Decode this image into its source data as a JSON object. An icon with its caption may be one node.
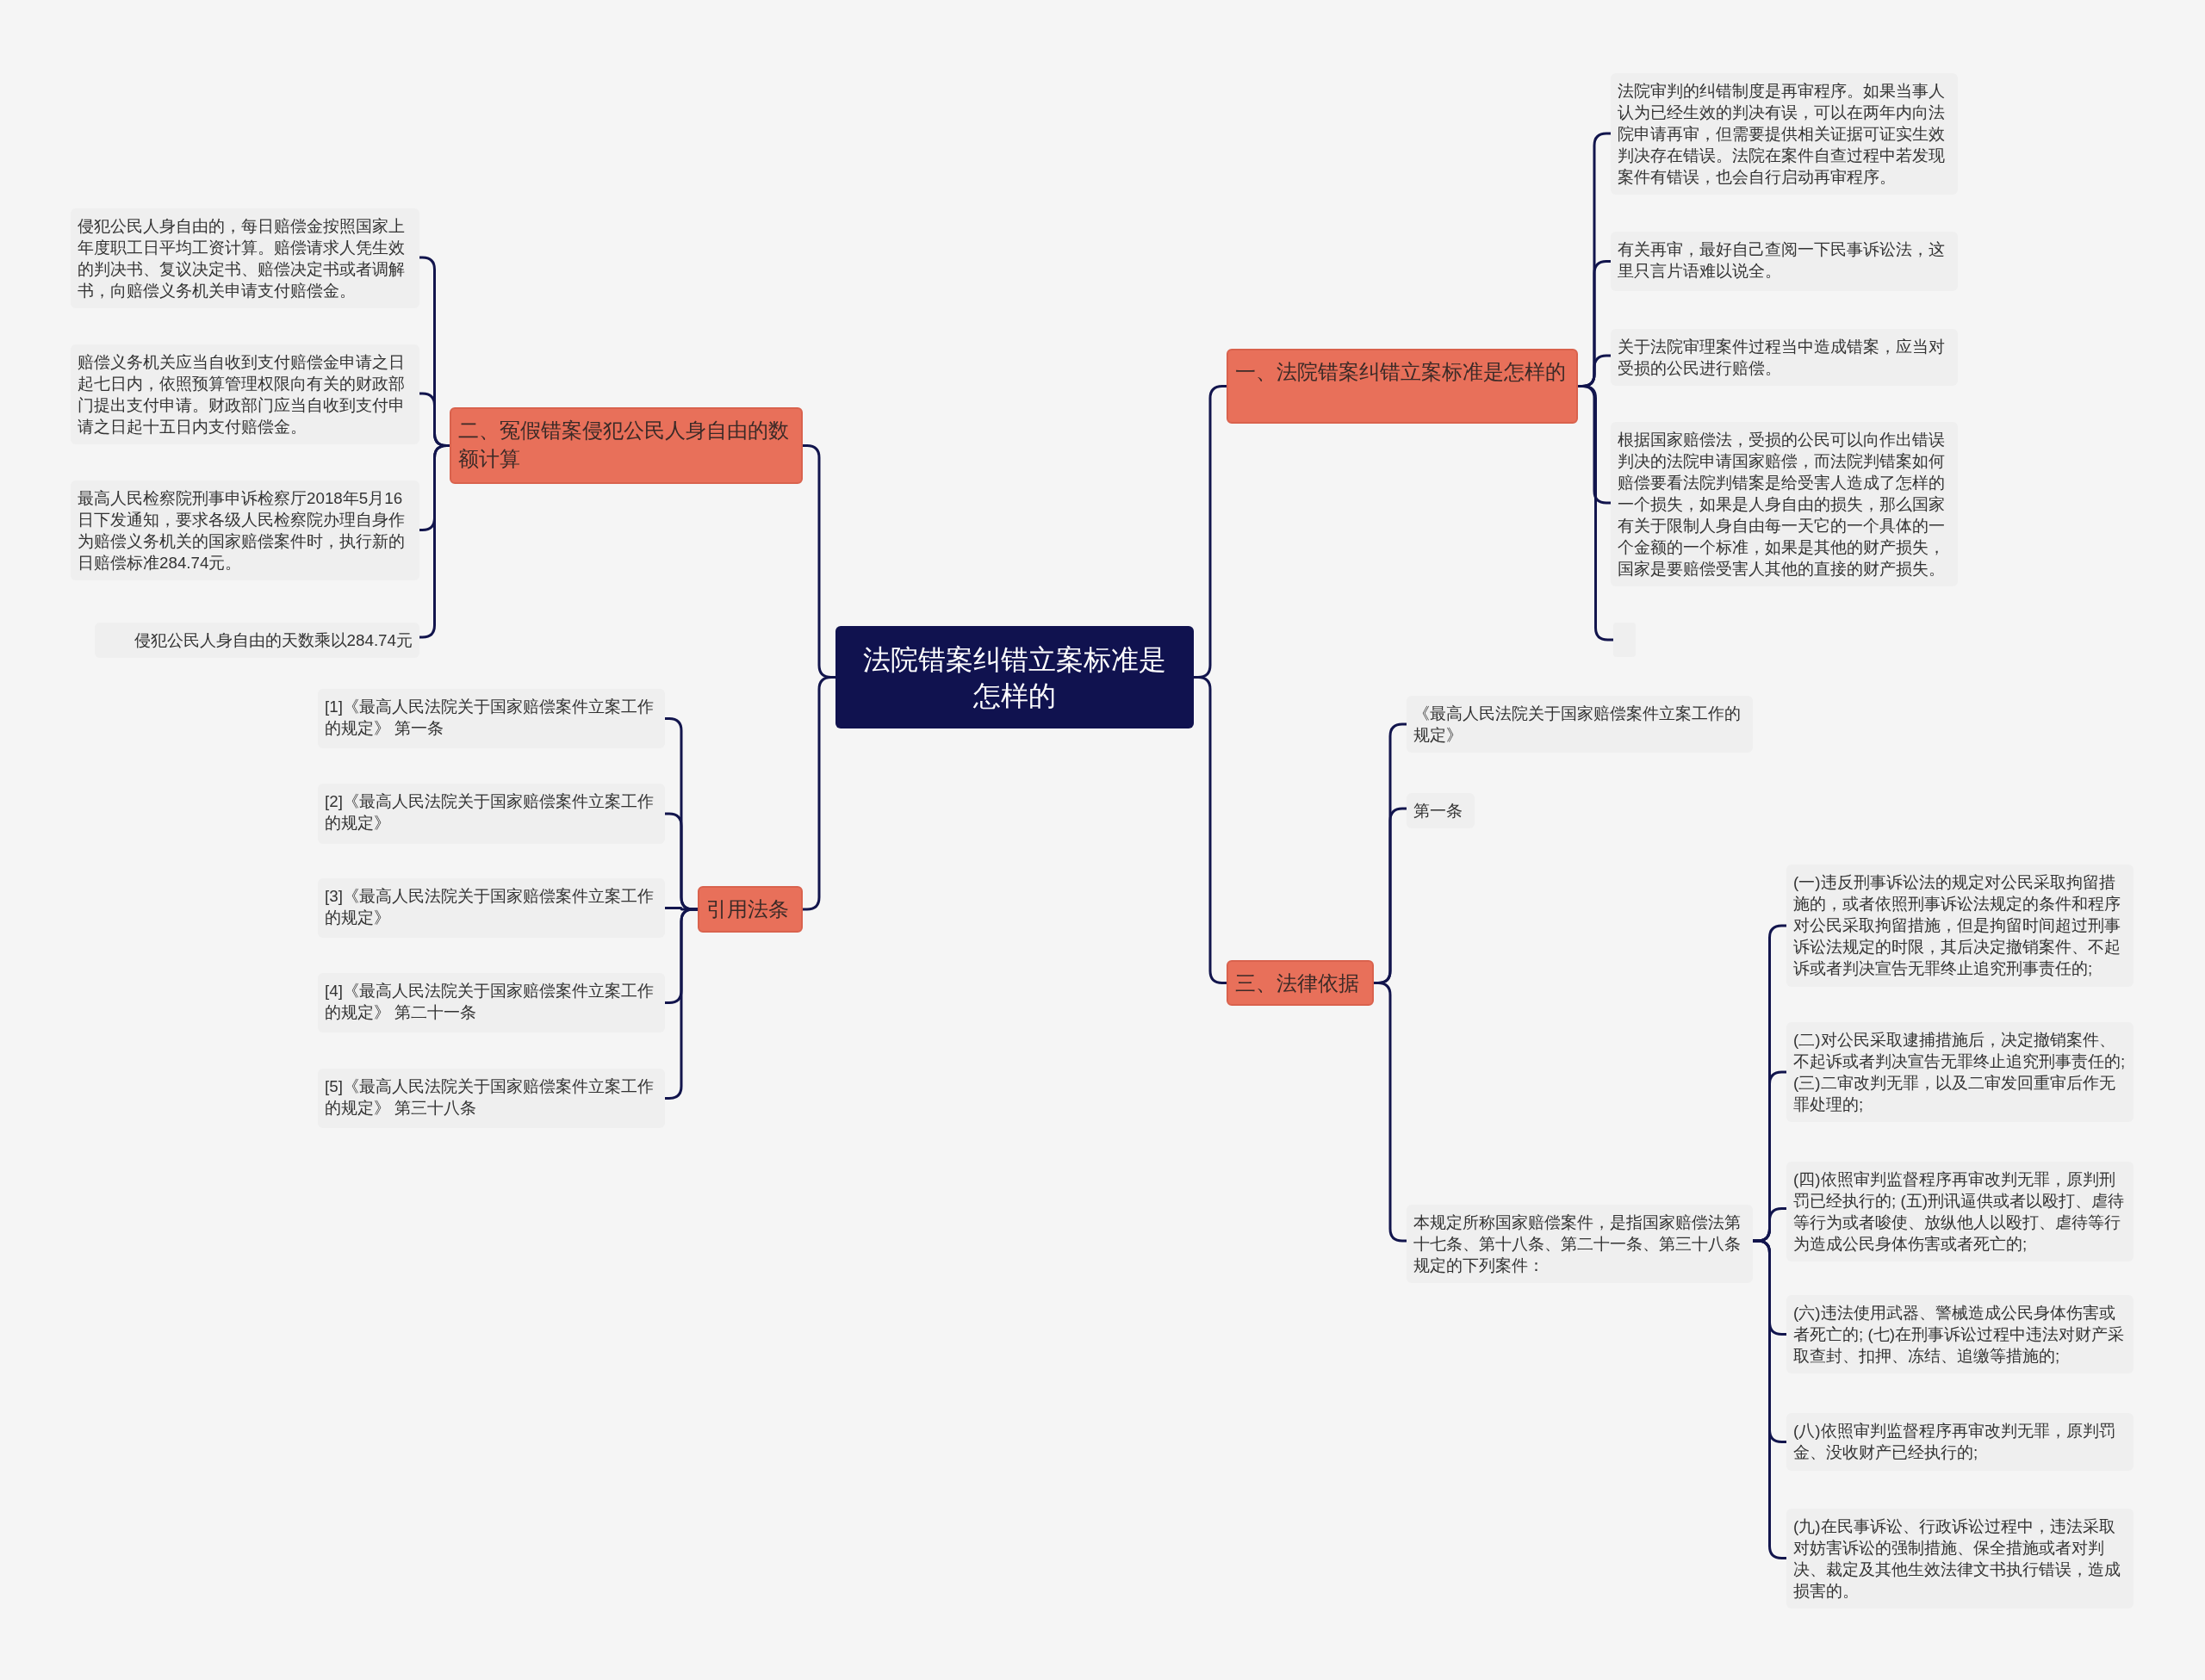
{
  "diagram": {
    "nodes": [
      {
        "text": [
          "法院错案纠错立案标准是怎样的"
        ]
      },
      {
        "text": [
          "二、冤假错案侵犯公民人身自由的数额计算"
        ]
      },
      {
        "text": [
          "侵犯公民人身自由的，每日赔偿金按照国家上年度职工日平均工资计算。赔偿请求人凭生效的判决书、复议决定书、赔偿决定书或者调解书，向赔偿义务机关申请支付赔偿金。"
        ]
      },
      {
        "text": [
          "赔偿义务机关应当自收到支付赔偿金申请之日起七日内，依照预算管理权限向有关的财政部门提出支付申请。财政部门应当自收到支付申请之日起十五日内支付赔偿金。"
        ]
      },
      {
        "text": [
          "最高人民检察院刑事申诉检察厅2018年5月16日下发通知，要求各级人民检察院办理自身作为赔偿义务机关的国家赔偿案件时，执行新的日赔偿标准284.74元。"
        ]
      },
      {
        "text": [
          "侵犯公民人身自由的天数乘以284.74元"
        ]
      },
      {
        "text": [
          "引用法条"
        ]
      },
      {
        "text": [
          "[1]《最高人民法院关于国家赔偿案件立案工作的规定》 第一条"
        ]
      },
      {
        "text": [
          "[2]《最高人民法院关于国家赔偿案件立案工作的规定》"
        ]
      },
      {
        "text": [
          "[3]《最高人民法院关于国家赔偿案件立案工作的规定》"
        ]
      },
      {
        "text": [
          "[4]《最高人民法院关于国家赔偿案件立案工作的规定》 第二十一条"
        ]
      },
      {
        "text": [
          "[5]《最高人民法院关于国家赔偿案件立案工作的规定》 第三十八条"
        ]
      },
      {
        "text": [
          "一、法院错案纠错立案标准是怎样的"
        ]
      },
      {
        "text": [
          "法院审判的纠错制度是再审程序。如果当事人认为已经生效的判决有误，可以在两年内向法院申请再审，但需要提供相关证据可证实生效判决存在错误。法院在案件自查过程中若发现案件有错误，也会自行启动再审程序。"
        ]
      },
      {
        "text": [
          "有关再审，最好自己查阅一下民事诉讼法，这里只言片语难以说全。"
        ]
      },
      {
        "text": [
          "关于法院审理案件过程当中造成错案，应当对受损的公民进行赔偿。"
        ]
      },
      {
        "text": [
          "根据国家赔偿法，受损的公民可以向作出错误判决的法院申请国家赔偿，而法院判错案如何赔偿要看法院判错案是给受害人造成了怎样的一个损失，如果是人身自由的损失，那么国家有关于限制人身自由每一天它的一个具体的一个金额的一个标准，如果是其他的财产损失，国家是要赔偿受害人其他的直接的财产损失。"
        ]
      },
      {
        "text": [],
        "shape": "box"
      },
      {
        "text": [
          "三、法律依据"
        ]
      },
      {
        "text": [
          "《最高人民法院关于国家赔偿案件立案工作的规定》"
        ]
      },
      {
        "text": [
          "第一条"
        ]
      },
      {
        "text": [
          "本规定所称国家赔偿案件，是指国家赔偿法第十七条、第十八条、第二十一条、第三十八条规定的下列案件："
        ]
      },
      {
        "text": [
          "(一)违反刑事诉讼法的规定对公民采取拘留措施的，或者依照刑事诉讼法规定的条件和程序对公民采取拘留措施，但是拘留时间超过刑事诉讼法规定的时限，其后决定撤销案件、不起诉或者判决宣告无罪终止追究刑事责任的;"
        ]
      },
      {
        "text": [
          "(二)对公民采取逮捕措施后，决定撤销案件、不起诉或者判决宣告无罪终止追究刑事责任的; (三)二审改判无罪，以及二审发回重审后作无罪处理的;"
        ]
      },
      {
        "text": [
          "(四)依照审判监督程序再审改判无罪，原判刑罚已经执行的; (五)刑讯逼供或者以殴打、虐待等行为或者唆使、放纵他人以殴打、虐待等行为造成公民身体伤害或者死亡的;"
        ]
      },
      {
        "text": [
          "(六)违法使用武器、警械造成公民身体伤害或者死亡的; (七)在刑事诉讼过程中违法对财产采取查封、扣押、冻结、追缴等措施的;"
        ]
      },
      {
        "text": [
          "(八)依照审判监督程序再审改判无罪，原判罚金、没收财产已经执行的;"
        ]
      },
      {
        "text": [
          "(九)在民事诉讼、行政诉讼过程中，违法采取对妨害诉讼的强制措施、保全措施或者对判决、裁定及其他生效法律文书执行错误，造成损害的。"
        ]
      }
    ],
    "edges": [
      {
        "from": 0,
        "to": 1,
        "arrow": "none"
      },
      {
        "from": 1,
        "to": 2,
        "arrow": "none"
      },
      {
        "from": 1,
        "to": 3,
        "arrow": "none"
      },
      {
        "from": 1,
        "to": 4,
        "arrow": "none"
      },
      {
        "from": 1,
        "to": 5,
        "arrow": "none"
      },
      {
        "from": 0,
        "to": 6,
        "arrow": "none"
      },
      {
        "from": 6,
        "to": 7,
        "arrow": "none"
      },
      {
        "from": 6,
        "to": 8,
        "arrow": "none"
      },
      {
        "from": 6,
        "to": 9,
        "arrow": "none"
      },
      {
        "from": 6,
        "to": 10,
        "arrow": "none"
      },
      {
        "from": 6,
        "to": 11,
        "arrow": "none"
      },
      {
        "from": 0,
        "to": 12,
        "arrow": "none"
      },
      {
        "from": 12,
        "to": 13,
        "arrow": "none"
      },
      {
        "from": 12,
        "to": 14,
        "arrow": "none"
      },
      {
        "from": 12,
        "to": 15,
        "arrow": "none"
      },
      {
        "from": 12,
        "to": 16,
        "arrow": "none"
      },
      {
        "from": 12,
        "to": 17,
        "arrow": "none"
      },
      {
        "from": 0,
        "to": 18,
        "arrow": "none"
      },
      {
        "from": 18,
        "to": 19,
        "arrow": "none"
      },
      {
        "from": 18,
        "to": 20,
        "arrow": "none"
      },
      {
        "from": 18,
        "to": 21,
        "arrow": "none"
      },
      {
        "from": 21,
        "to": 22,
        "arrow": "none"
      },
      {
        "from": 21,
        "to": 23,
        "arrow": "none"
      },
      {
        "from": 21,
        "to": 24,
        "arrow": "none"
      },
      {
        "from": 21,
        "to": 25,
        "arrow": "none"
      },
      {
        "from": 21,
        "to": 26,
        "arrow": "none"
      },
      {
        "from": 21,
        "to": 27,
        "arrow": "none"
      }
    ]
  }
}
